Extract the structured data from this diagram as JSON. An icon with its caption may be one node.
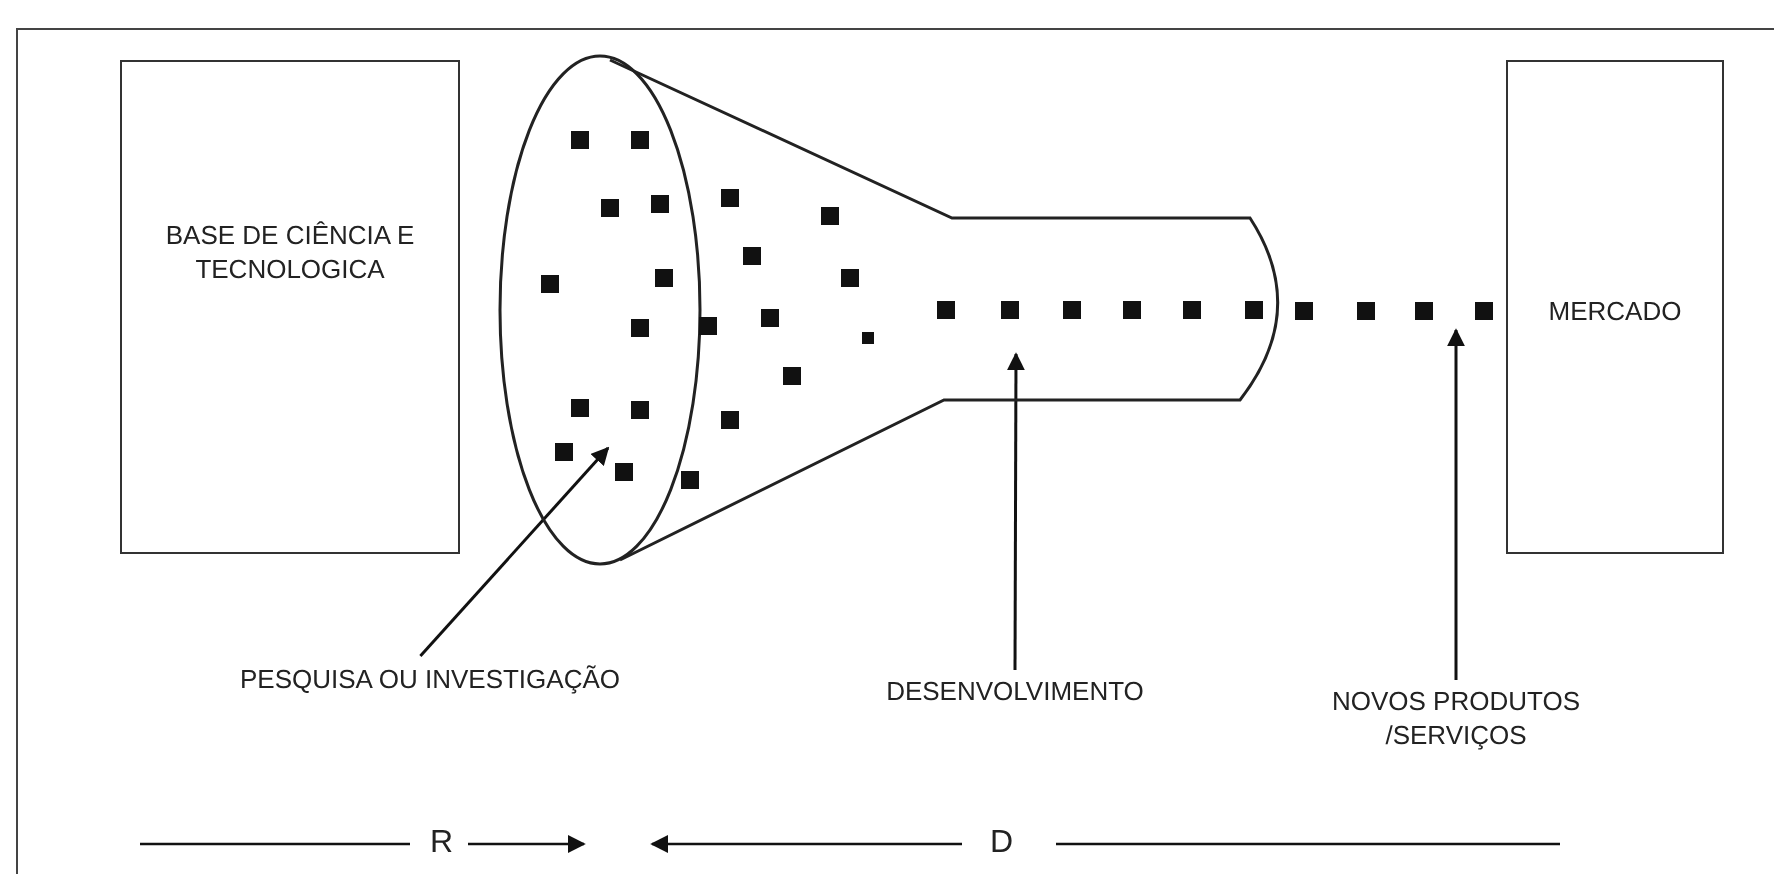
{
  "diagram": {
    "nodes": [
      {
        "text": [
          "BASE DE CIÊNCIA E TECNOLOGICA"
        ]
      },
      {
        "text": [],
        "shape": "funnel"
      },
      {
        "text": [],
        "shape": "dots"
      },
      {
        "text": [
          "MERCADO"
        ]
      },
      {
        "text": [
          "PESQUISA OU INVESTIGAÇÃO"
        ]
      },
      {
        "text": [
          "DESENVOLVIMENTO"
        ]
      },
      {
        "text": [
          "NOVOS PRODUTOS /SERVIÇOS"
        ]
      }
    ],
    "edges": [
      {
        "from": 4,
        "to": 1,
        "arrow": "to"
      },
      {
        "from": 5,
        "to": 1,
        "arrow": "to"
      },
      {
        "from": 6,
        "to": 2,
        "arrow": "to"
      }
    ],
    "labels": [
      "R",
      "D"
    ]
  }
}
